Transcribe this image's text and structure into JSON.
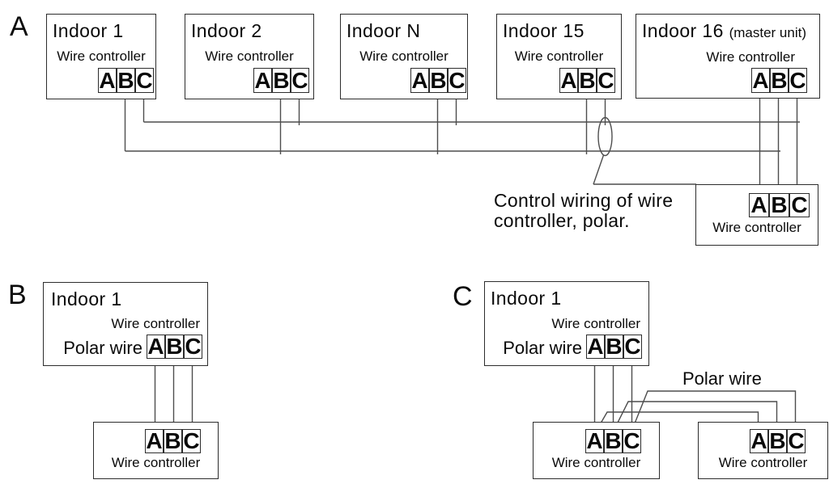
{
  "terminals": [
    "A",
    "B",
    "C"
  ],
  "section_a": {
    "label": "A",
    "units": [
      {
        "name": "Indoor 1",
        "controller": "Wire controller"
      },
      {
        "name": "Indoor 2",
        "controller": "Wire controller"
      },
      {
        "name": "Indoor N",
        "controller": "Wire controller"
      },
      {
        "name": "Indoor 15",
        "controller": "Wire controller"
      },
      {
        "name": "Indoor 16",
        "suffix": "(master unit)",
        "controller": "Wire controller"
      }
    ],
    "remote_controller": {
      "label": "Wire controller"
    },
    "annotation": "Control wiring of wire controller, polar."
  },
  "section_b": {
    "label": "B",
    "unit": {
      "name": "Indoor 1",
      "controller": "Wire controller",
      "polar_label": "Polar wire"
    },
    "controller": {
      "label": "Wire controller"
    }
  },
  "section_c": {
    "label": "C",
    "unit": {
      "name": "Indoor 1",
      "controller": "Wire controller",
      "polar_label": "Polar wire"
    },
    "polar_wire_label": "Polar wire",
    "controllers": [
      {
        "label": "Wire controller"
      },
      {
        "label": "Wire controller"
      }
    ]
  }
}
